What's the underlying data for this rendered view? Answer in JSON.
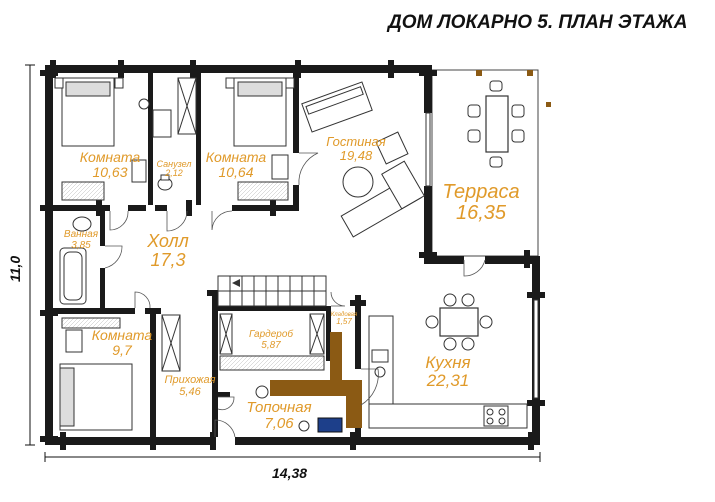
{
  "title": "ДОМ ЛОКАРНО 5. ПЛАН ЭТАЖА",
  "dimensions": {
    "width": "14,38",
    "height": "11,0"
  },
  "rooms": [
    {
      "name": "Комната",
      "area": "10,63"
    },
    {
      "name": "Санузел",
      "area": "2,12"
    },
    {
      "name": "Комната",
      "area": "10,64"
    },
    {
      "name": "Гостиная",
      "area": "19,48"
    },
    {
      "name": "Терраса",
      "area": "16,35"
    },
    {
      "name": "Ванная",
      "area": "3,85"
    },
    {
      "name": "Холл",
      "area": "17,3"
    },
    {
      "name": "Гардероб",
      "area": "5,87"
    },
    {
      "name": "Кладовая",
      "area": "1,57"
    },
    {
      "name": "Комната",
      "area": "9,7"
    },
    {
      "name": "Прихожая",
      "area": "5,46"
    },
    {
      "name": "Кухня",
      "area": "22,31"
    },
    {
      "name": "Топочная",
      "area": "7,06"
    }
  ],
  "colors": {
    "wall": "#1a1a1a",
    "label": "#e09a2a",
    "stove": "#8b5a14",
    "boiler": "#1d3f8a",
    "terrace_post": "#8b5a14"
  }
}
